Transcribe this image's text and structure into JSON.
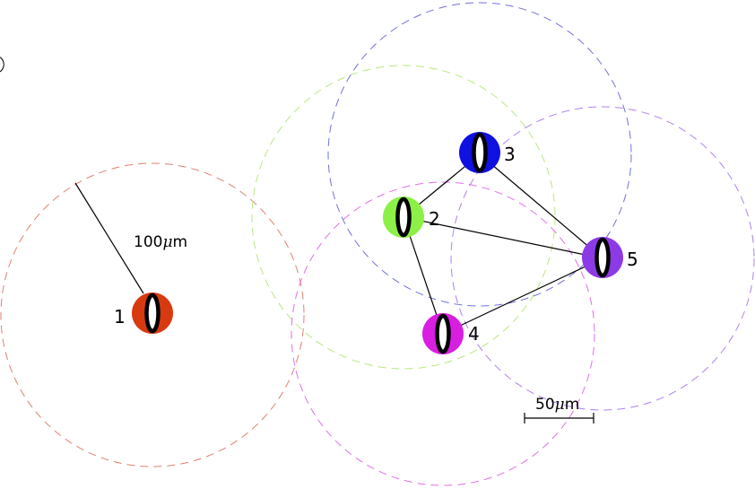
{
  "nodes": [
    {
      "label": "1",
      "color": "#d83a10"
    },
    {
      "label": "2",
      "color": "#8cf046"
    },
    {
      "label": "3",
      "color": "#1010e0"
    },
    {
      "label": "4",
      "color": "#d81ee0"
    },
    {
      "label": "5",
      "color": "#8c3ae6"
    }
  ],
  "ranges": [
    {
      "node": "1",
      "color": "#e08070"
    },
    {
      "node": "2",
      "color": "#b8e880"
    },
    {
      "node": "3",
      "color": "#7070e0"
    },
    {
      "node": "4",
      "color": "#e070e8"
    },
    {
      "node": "5",
      "color": "#b080f0"
    }
  ],
  "links": [
    {
      "from": "2",
      "to": "3"
    },
    {
      "from": "2",
      "to": "4"
    },
    {
      "from": "2",
      "to": "5"
    },
    {
      "from": "3",
      "to": "5"
    },
    {
      "from": "4",
      "to": "5"
    }
  ],
  "radius_label": {
    "mu": "μ",
    "unit": "m",
    "value": "100"
  },
  "scale_bar": {
    "mu": "μ",
    "unit": "m",
    "value": "50"
  }
}
